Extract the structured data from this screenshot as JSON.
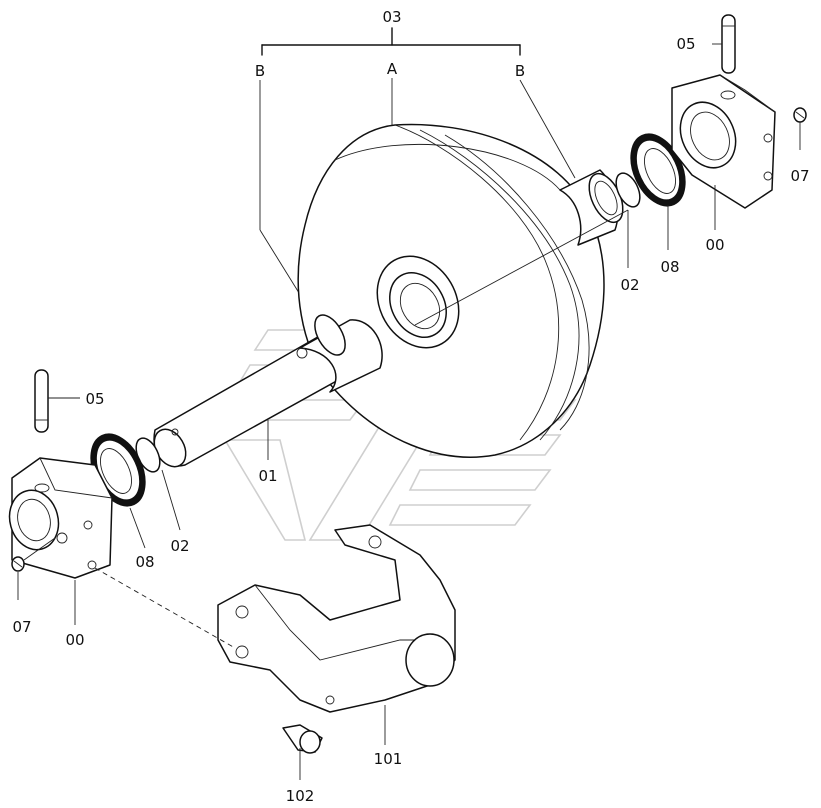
{
  "labels": {
    "assembly": "03",
    "wheel": "A",
    "collar_left": "B",
    "collar_right": "B",
    "pin_right": "05",
    "pin_left": "05",
    "screw_right": "07",
    "screw_left": "07",
    "ring_right": "02",
    "ring_left": "02",
    "seal_right": "08",
    "seal_left": "08",
    "bracket_right": "00",
    "bracket_left": "00",
    "shaft": "01",
    "yoke": "101",
    "bolt": "102"
  },
  "colors": {
    "line": "#111111",
    "watermark": "#cfcfcf",
    "background": "#ffffff"
  }
}
